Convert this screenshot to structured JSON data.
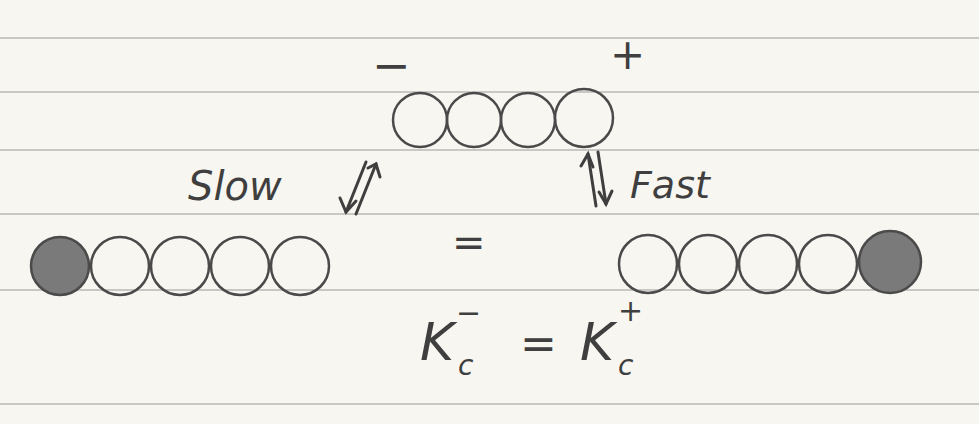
{
  "diagram": {
    "labels": [
      "−",
      "+",
      "Slow",
      "Fast",
      "=",
      "K",
      "c",
      "−",
      "=",
      "K",
      "c",
      "+"
    ]
  }
}
